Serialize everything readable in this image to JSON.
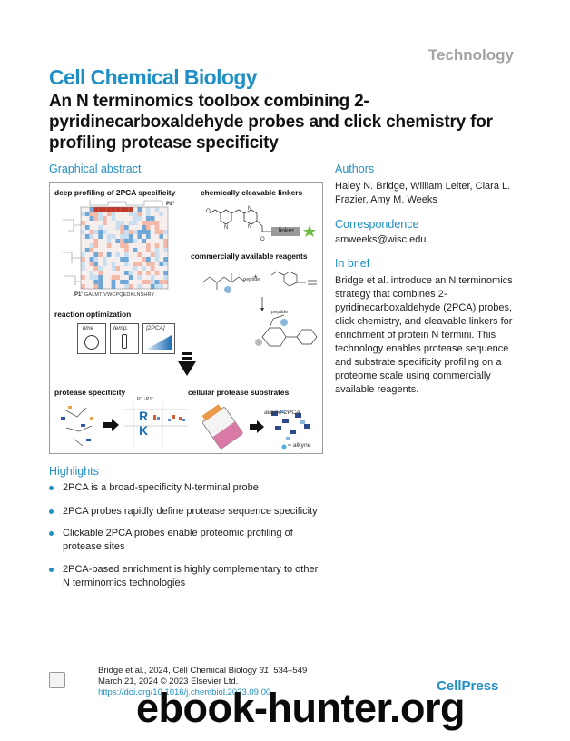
{
  "header": {
    "journal": "Cell Chemical Biology",
    "category": "Technology",
    "title": "An N terminomics toolbox combining 2-pyridinecarboxaldehyde probes and click chemistry for profiling protease specificity"
  },
  "graphical_abstract": {
    "heading": "Graphical abstract",
    "panels": {
      "deep_profiling": "deep profiling of 2PCA specificity",
      "cleavable_linkers": "chemically cleavable linkers",
      "linker_tag": "linker",
      "commercial_reagents": "commercially available reagents",
      "peptide": "peptide",
      "reaction_optimization": "reaction optimization",
      "time": "time",
      "temp": "temp.",
      "conc": "[2PCA]",
      "protease_specificity": "protease specificity",
      "cellular_substrates": "cellular protease substrates",
      "alkyne_2pca": "alkyne-2PCA",
      "alkyne_legend": "= alkyne",
      "p1_p1prime": "P1↓P1'",
      "p1prime_axis": "P1'",
      "p2prime_axis": "P2'",
      "residues_x": "GALMTIVWCPQEDKLNSHRY"
    }
  },
  "authors": {
    "heading": "Authors",
    "names": "Haley N. Bridge, William Leiter, Clara L. Frazier, Amy M. Weeks"
  },
  "correspondence": {
    "heading": "Correspondence",
    "email": "amweeks@wisc.edu"
  },
  "in_brief": {
    "heading": "In brief",
    "text": "Bridge et al. introduce an N terminomics strategy that combines 2-pyridinecarboxaldehyde (2PCA) probes, click chemistry, and cleavable linkers for enrichment of protein N termini. This technology enables protease sequence and substrate specificity profiling on a proteome scale using commercially available reagents."
  },
  "highlights": {
    "heading": "Highlights",
    "items": [
      "2PCA is a broad-specificity N-terminal probe",
      "2PCA probes rapidly define protease sequence specificity",
      "Clickable 2PCA probes enable proteomic profiling of protease sites",
      "2PCA-based enrichment is highly complementary to other N terminomics technologies"
    ]
  },
  "footer": {
    "citation_prefix": "Bridge et al., 2024, Cell Chemical Biology ",
    "volume": "31",
    "pages": ", 534–549",
    "date_line": "March 21, 2024 © 2023 Elsevier Ltd.",
    "doi": "https://doi.org/10.1016/j.chembiol.2023.09.00",
    "publisher": "CellPress"
  },
  "watermark": "ebook-hunter.org",
  "colors": {
    "accent": "#1f8fc4",
    "category_gray": "#a3a3a3"
  }
}
